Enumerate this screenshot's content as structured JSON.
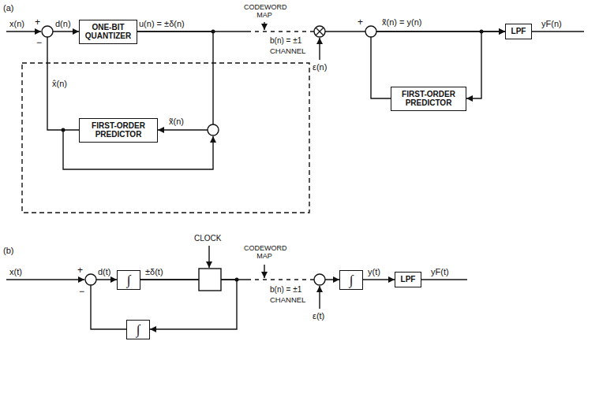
{
  "diagram": {
    "nodes": [
      {
        "text": [
          "ONE-BIT QUANTIZER"
        ]
      },
      {
        "text": [
          "LPF"
        ]
      },
      {
        "text": [
          "FIRST-ORDER PREDICTOR"
        ]
      },
      {
        "text": [
          "FIRST-ORDER PREDICTOR"
        ]
      },
      {
        "text": [
          "∫"
        ]
      },
      {
        "text": [
          "∫"
        ]
      },
      {
        "text": [
          "LPF"
        ]
      },
      {
        "text": [
          "∫"
        ]
      }
    ],
    "edges": [
      {
        "from": 0,
        "to": 2,
        "arrow": "to"
      },
      {
        "from": 2,
        "to": 0,
        "arrow": "to"
      },
      {
        "from": 0,
        "to": 1,
        "arrow": "to"
      },
      {
        "from": 3,
        "to": 1,
        "arrow": "to"
      },
      {
        "from": 4,
        "to": 5,
        "arrow": "to"
      },
      {
        "from": 5,
        "to": 6,
        "arrow": "to"
      },
      {
        "from": 4,
        "to": 7,
        "arrow": "to"
      },
      {
        "from": 7,
        "to": 4,
        "arrow": "to"
      }
    ],
    "labels": [
      "(a)",
      "x(n)",
      "+",
      "−",
      "d(n)",
      "u(n) = ±δ(n)",
      "CODEWORD MAP",
      "b(n) = ±1",
      "CHANNEL",
      "ε(n)",
      "+",
      "x̃(n) = y(n)",
      "yF(n)",
      "x̂(n)",
      "x̃(n)",
      "(b)",
      "CLOCK",
      "x(t)",
      "+",
      "−",
      "d(t)",
      "±δ(t)",
      "CODEWORD MAP",
      "b(n) = ±1",
      "CHANNEL",
      "ε(t)",
      "y(t)",
      "yF(t)"
    ]
  }
}
